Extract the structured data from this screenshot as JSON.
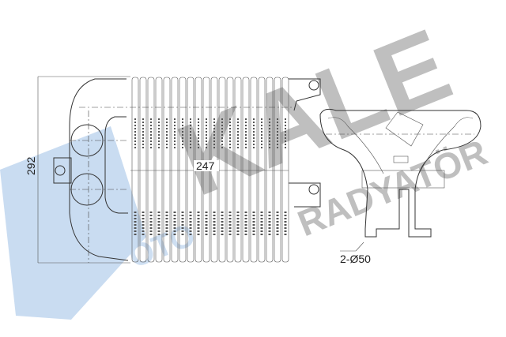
{
  "drawing": {
    "width_dimension": "247",
    "height_dimension": "292",
    "outlet_dimension": "2-Ø50"
  },
  "watermark": {
    "brand": "KALE",
    "subtitle": "RADYATÖR",
    "prefix": "OTO",
    "colors": {
      "gray": "#b4b4b4",
      "blue": "#c9dcf1"
    }
  }
}
